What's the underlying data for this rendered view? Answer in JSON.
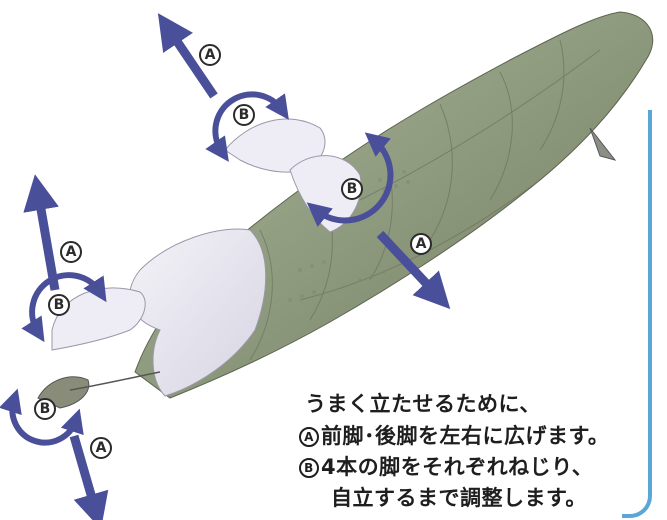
{
  "labels": {
    "a_mark": "A",
    "b_mark": "B"
  },
  "caption": {
    "line1": "うまく立たせるために、",
    "line2_mark": "A",
    "line2": "前脚･後脚を左右に広げます。",
    "line3_mark": "B",
    "line3": "4本の脚をそれぞれねじり、",
    "line4": "自立するまで調整します。"
  },
  "colors": {
    "arrow": "#4a4f9a",
    "bracket": "#5aa6d6",
    "model_body": "#8f9a7c",
    "model_belly": "#e8e6ef"
  }
}
